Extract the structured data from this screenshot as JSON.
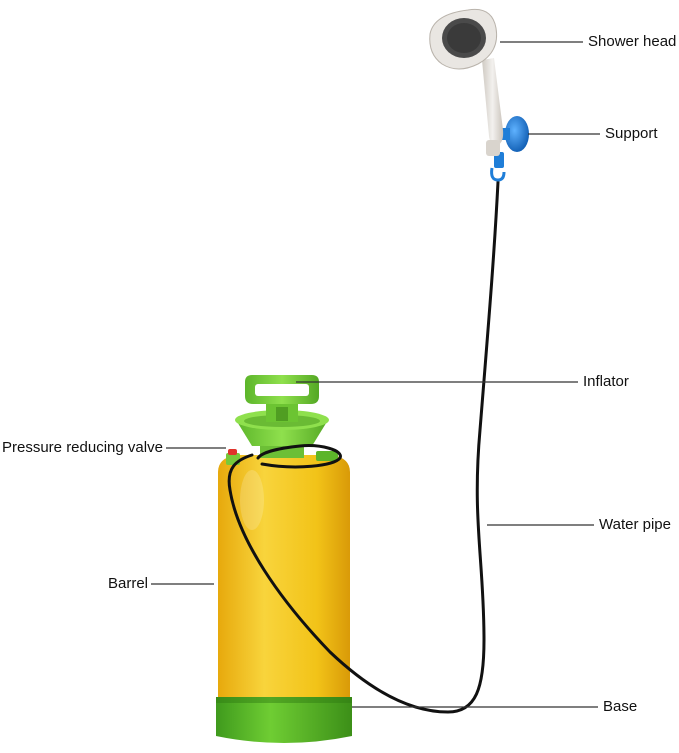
{
  "labels": {
    "shower_head": "Shower head",
    "support": "Support",
    "inflator": "Inflator",
    "pressure_valve": "Pressure reducing valve",
    "water_pipe": "Water pipe",
    "barrel": "Barrel",
    "base": "Base"
  },
  "colors": {
    "barrel_yellow": "#f2c318",
    "base_green": "#5fc02a",
    "inflator_green": "#79d13a",
    "valve_red": "#e0332b",
    "support_blue": "#1f7ed8",
    "shower_grey": "#e6e3df",
    "hose": "#111111",
    "leader_line": "#333333"
  },
  "icons": {
    "shower_head": "shower-head-icon",
    "support": "suction-cup-support-icon",
    "inflator": "pump-handle-icon",
    "pressure_valve": "valve-icon",
    "barrel": "tank-barrel-icon",
    "base": "tank-base-icon",
    "water_pipe": "hose-icon"
  }
}
